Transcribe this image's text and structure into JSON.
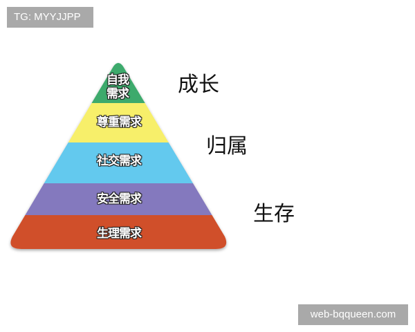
{
  "watermarks": {
    "top_left": "TG: MYYJJPP",
    "bottom_right": "web-bqqueen.com"
  },
  "pyramid": {
    "layers": [
      {
        "label_line1": "自我",
        "label_line2": "需求",
        "color": "#3daa6c"
      },
      {
        "label": "尊重需求",
        "color": "#f7ef6b"
      },
      {
        "label": "社交需求",
        "color": "#64c9ee"
      },
      {
        "label": "安全需求",
        "color": "#8479be"
      },
      {
        "label": "生理需求",
        "color": "#d0502a"
      }
    ]
  },
  "side_labels": {
    "growth": "成长",
    "belonging": "归属",
    "survival": "生存"
  }
}
